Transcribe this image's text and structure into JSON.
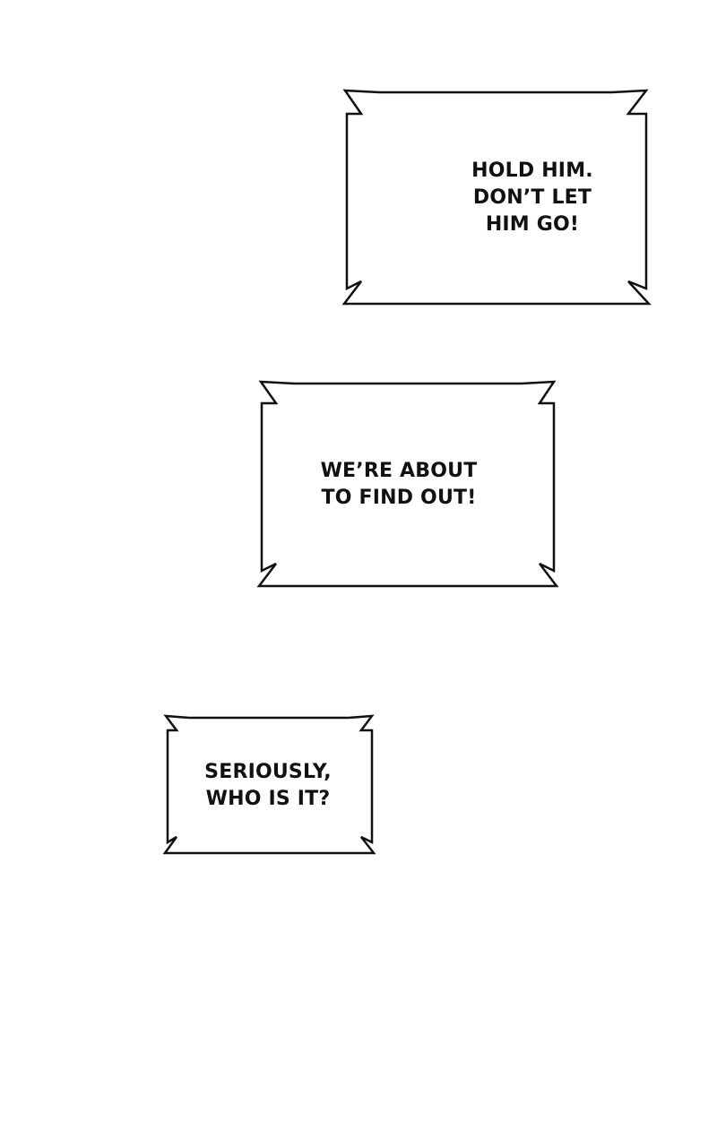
{
  "bubbles": [
    {
      "lines": [
        "HOLD HIM.",
        "DON’T LET",
        "HIM GO!"
      ]
    },
    {
      "lines": [
        "WE’RE ABOUT",
        "TO FIND OUT!"
      ]
    },
    {
      "lines": [
        "SERIOUSLY,",
        "WHO IS IT?"
      ]
    }
  ],
  "colors": {
    "background": "#ffffff",
    "outline": "#111111",
    "text": "#111111"
  }
}
